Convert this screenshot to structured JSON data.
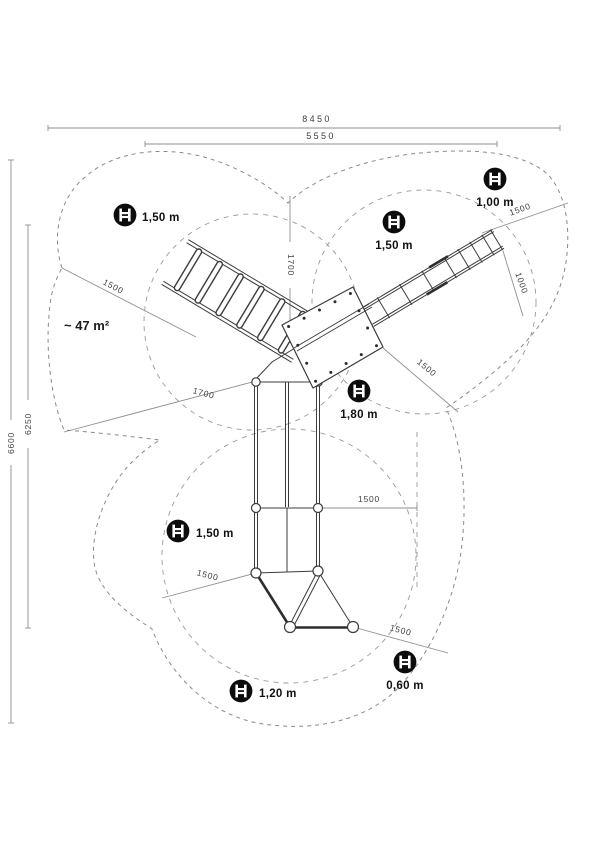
{
  "diagram": {
    "area_label": "~ 47 m²",
    "dims": {
      "top_width": "8450",
      "inner_width": "5550",
      "left_height": "6600",
      "left_inner_height": "6250",
      "vertical_center": "1700",
      "diag_lower_left": "1700",
      "diag_upper_left": "1500",
      "diag_upper_right": "1500",
      "diag_slide_side": "1000",
      "diag_mid_right": "1500",
      "horiz_mid": "1500",
      "diag_bottom_left": "1500",
      "diag_bottom_right": "1500"
    },
    "fall_heights": {
      "upper_left": "1,50 m",
      "top_center": "1,50 m",
      "top_right": "1,00 m",
      "center": "1,80 m",
      "mid_left": "1,50 m",
      "bottom_center": "1,20 m",
      "bottom_right": "0,60 m"
    }
  }
}
